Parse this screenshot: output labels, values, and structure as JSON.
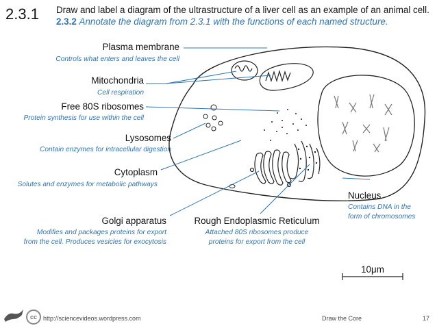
{
  "slide": {
    "number": "2.3.1",
    "header_plain": "Draw and label a diagram of the ultrastructure of a liver cell as an example of an animal cell.",
    "header_ref": "2.3.2",
    "header_instruction": "Annotate the diagram from 2.3.1 with the functions of each named structure."
  },
  "labels": {
    "plasma_membrane": {
      "name": "Plasma membrane",
      "function": "Controls what enters and leaves the cell"
    },
    "mitochondria": {
      "name": "Mitochondria",
      "function": "Cell respiration"
    },
    "ribosomes": {
      "name": "Free 80S ribosomes",
      "function": "Protein synthesis for use within the cell"
    },
    "lysosomes": {
      "name": "Lysosomes",
      "function": "Contain enzymes for intracellular digestion"
    },
    "cytoplasm": {
      "name": "Cytoplasm",
      "function": "Solutes and enzymes for metabolic pathways"
    },
    "golgi": {
      "name": "Golgi apparatus",
      "function_line1": "Modifies and packages proteins for export",
      "function_line2": "from the cell. Produces vesicles for exocytosis"
    },
    "rer": {
      "name": "Rough Endoplasmic Reticulum",
      "function_line1": "Attached 80S ribosomes produce",
      "function_line2": "proteins for export from the cell"
    },
    "nucleus": {
      "name": "Nucleus",
      "function_line1": "Contains DNA in the",
      "function_line2": "form of chromosomes"
    }
  },
  "scale_bar": "10μm",
  "footer": {
    "url": "http://sciencevideos.wordpress.com",
    "center": "Draw the Core",
    "page": "17",
    "cc_badge": "cc"
  },
  "colors": {
    "accent": "#2e75b6",
    "line": "#2e75b6",
    "ink": "#222222"
  }
}
